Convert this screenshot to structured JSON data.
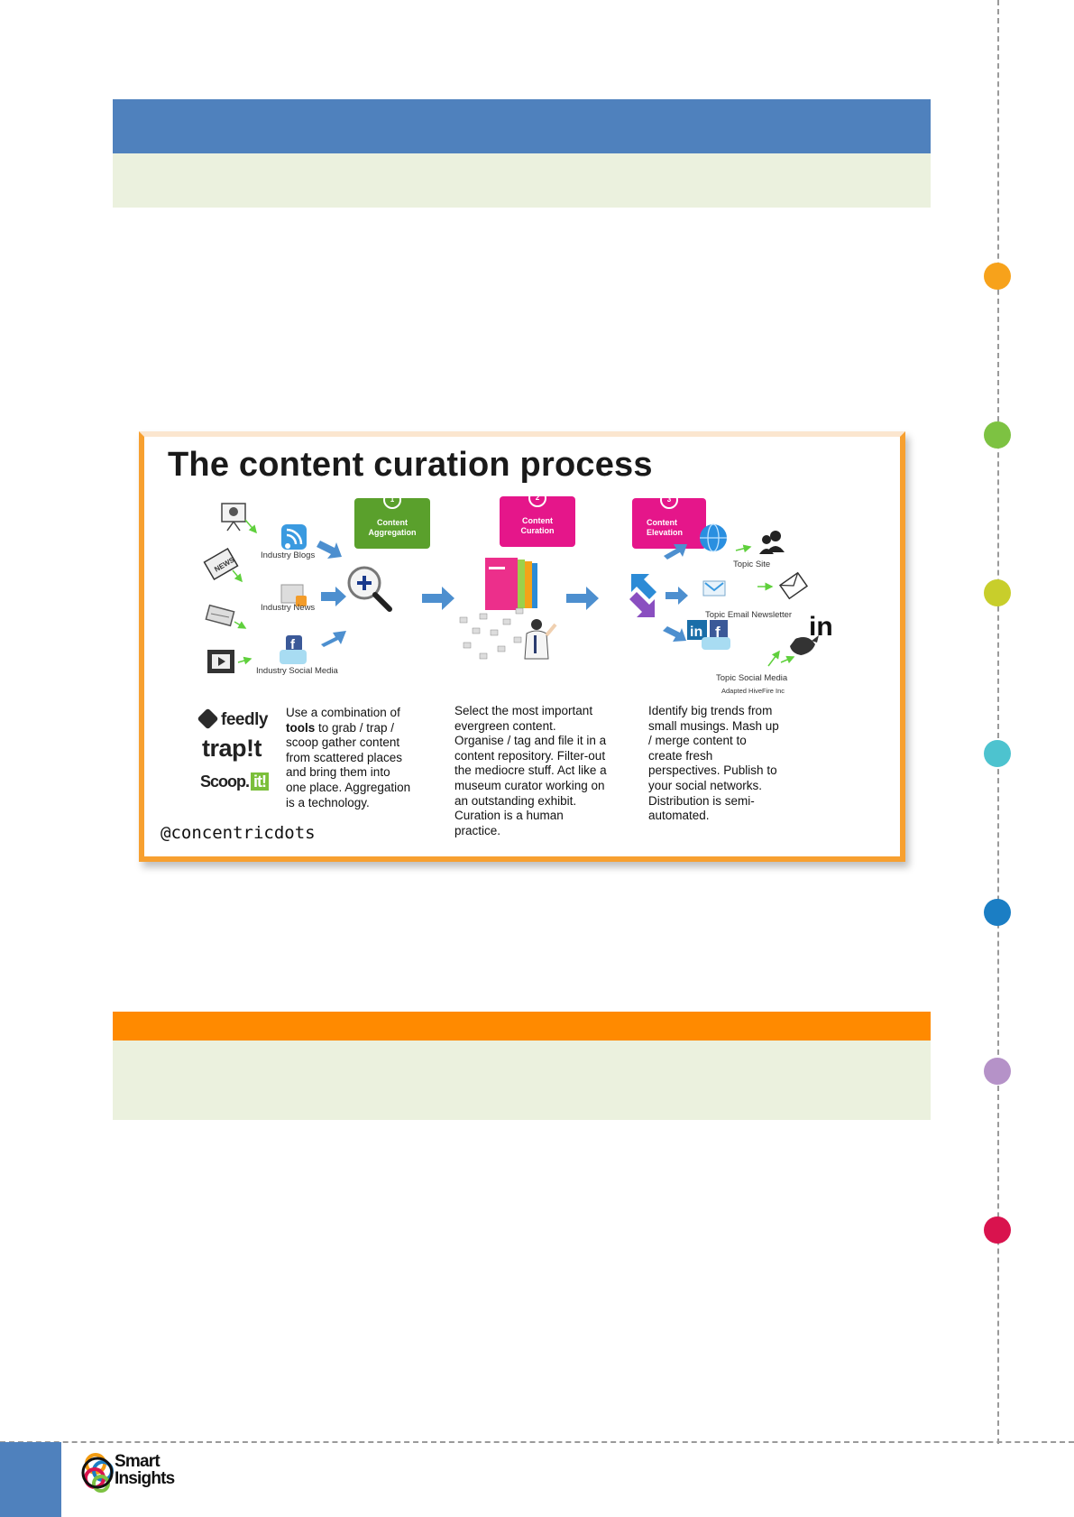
{
  "infographic": {
    "title": "The content curation process",
    "steps": [
      {
        "number": "1",
        "label": "Content Aggregation",
        "color": "#5aa02c"
      },
      {
        "number": "2",
        "label": "Content Curation",
        "color": "#e5168a"
      },
      {
        "number": "3",
        "label": "Content Elevation",
        "color": "#e5168a"
      }
    ],
    "sources": [
      "Industry Blogs",
      "Industry News",
      "Industry Social Media"
    ],
    "outputs": [
      "Topic Site",
      "Topic Email Newsletter",
      "Topic Social Media"
    ],
    "credit": "Adapted HiveFire Inc",
    "brands": {
      "feedly": "feedly",
      "trapit": "trap!t",
      "scoopit": "Scoop.",
      "scoopit_tag": "it!"
    },
    "aggregation_text": {
      "intro": "Use a combination of",
      "bold": "tools",
      "rest": "to grab / trap / scoop gather content from scattered places and bring them into one place. Aggregation is a technology."
    },
    "curation_text": "Select the most important evergreen content. Organise / tag and file it in a content repository. Filter-out the mediocre stuff. Act like a museum curator working on an outstanding exhibit. Curation is a human practice.",
    "elevation_text": "Identify big trends from small musings. Mash up / merge content to create fresh perspectives. Publish to your social networks. Distribution is semi-automated.",
    "handle": "@concentricdots",
    "linkedin": "in"
  },
  "footer": {
    "logo_line1": "Smart",
    "logo_line2": "Insights"
  },
  "colors": {
    "header_band": "#4f81bd",
    "light_band": "#ebf1de",
    "orange_band": "#ff8a00",
    "timeline_dots": [
      "#f7a21b",
      "#7dc242",
      "#c8ce2b",
      "#4dc3cf",
      "#1b7ec4",
      "#b592c8",
      "#d9134e"
    ]
  }
}
